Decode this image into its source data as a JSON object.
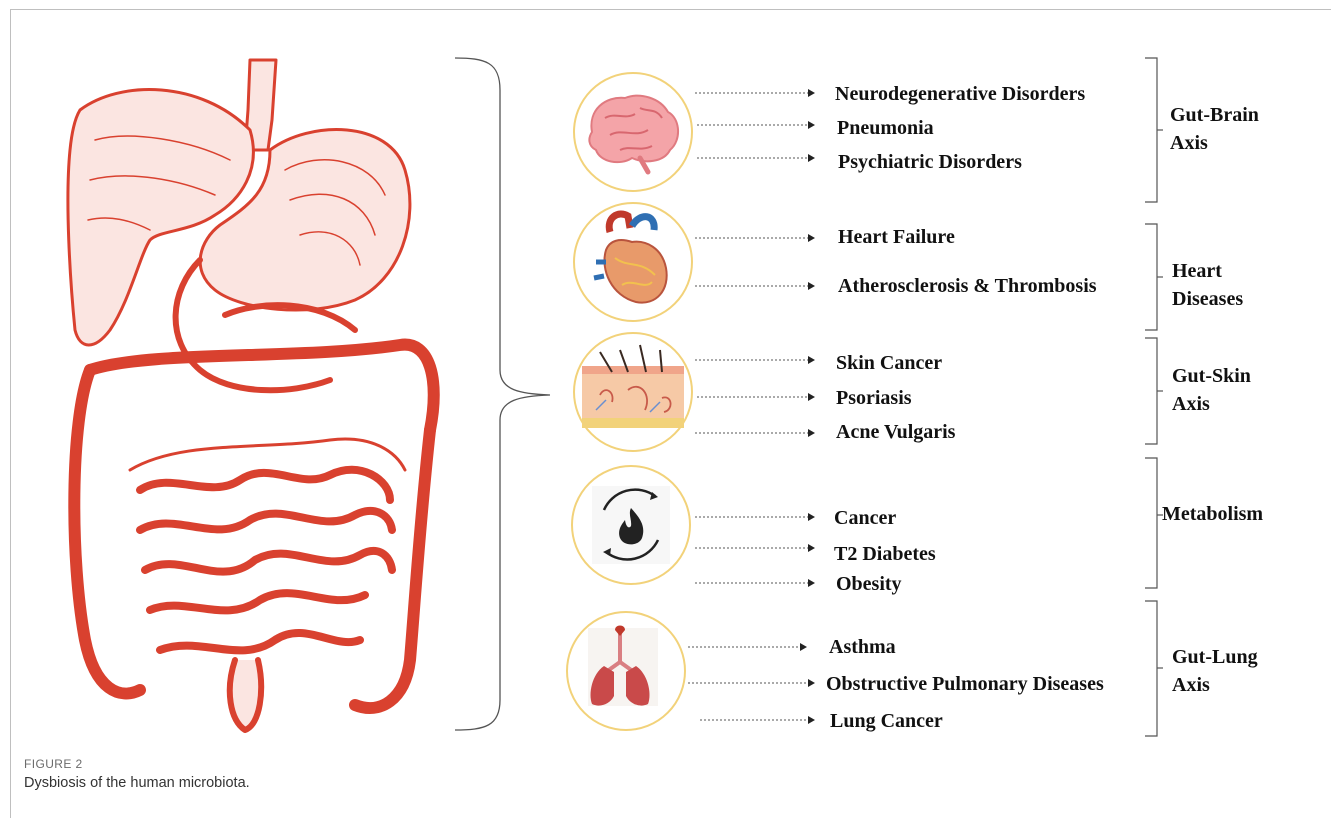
{
  "groups": [
    {
      "label_lines": [
        "Gut-Brain",
        "Axis"
      ],
      "icon": "brain-icon",
      "items": [
        "Neurodegenerative Disorders",
        "Pneumonia",
        "Psychiatric Disorders"
      ]
    },
    {
      "label_lines": [
        "Heart",
        "Diseases"
      ],
      "icon": "heart-icon",
      "items": [
        "Heart Failure",
        "Atherosclerosis & Thrombosis"
      ]
    },
    {
      "label_lines": [
        "Gut-Skin",
        "Axis"
      ],
      "icon": "skin-icon",
      "items": [
        "Skin Cancer",
        "Psoriasis",
        "Acne Vulgaris"
      ]
    },
    {
      "label_lines": [
        "Metabolism"
      ],
      "icon": "metabolism-flame-icon",
      "items": [
        "Cancer",
        "T2 Diabetes",
        "Obesity"
      ]
    },
    {
      "label_lines": [
        "Gut-Lung",
        "Axis"
      ],
      "icon": "lungs-icon",
      "items": [
        "Asthma",
        "Obstructive Pulmonary Diseases",
        "Lung Cancer"
      ]
    }
  ],
  "caption": {
    "label": "FIGURE 2",
    "text": "Dysbiosis of the human microbiota."
  },
  "colors": {
    "organ": "#d9412f",
    "icon_ring": "#f2d27a",
    "bracket": "#555555",
    "arrow": "#444444"
  }
}
